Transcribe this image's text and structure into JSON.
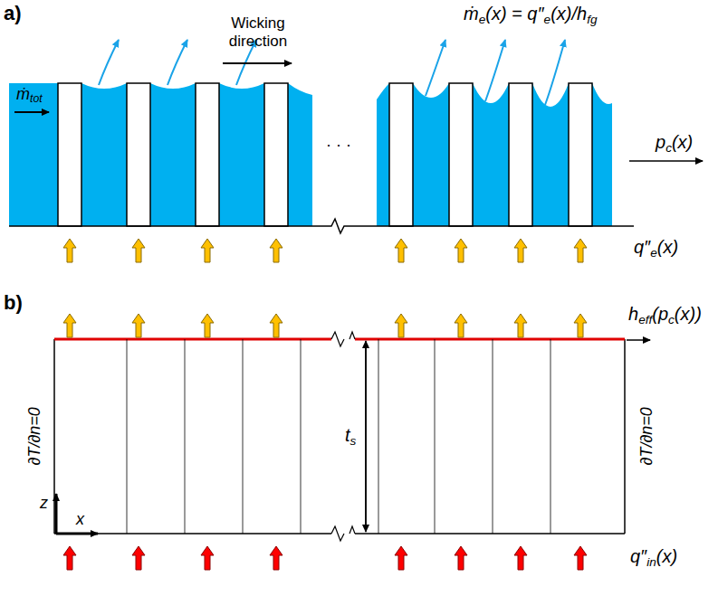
{
  "diagram": {
    "labels": [
      "a)",
      "b)",
      "Wicking direction",
      "ṁe(x) = q″e(x)/hfg",
      "ṁtot",
      "pc(x)",
      "q″e(x)",
      "· · ·",
      "heff(pc(x))",
      "∂T/∂n=0",
      "∂T/∂n=0",
      "ts",
      "z",
      "x",
      "q″in(x)"
    ]
  }
}
